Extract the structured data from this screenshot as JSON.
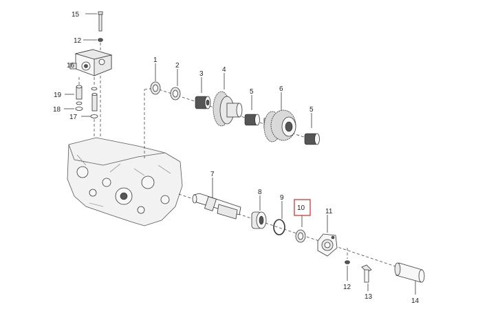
{
  "diagram": {
    "callouts": [
      {
        "id": "15",
        "label": "15"
      },
      {
        "id": "12a",
        "label": "12"
      },
      {
        "id": "16",
        "label": "16"
      },
      {
        "id": "19",
        "label": "19"
      },
      {
        "id": "18",
        "label": "18"
      },
      {
        "id": "17",
        "label": "17"
      },
      {
        "id": "1",
        "label": "1"
      },
      {
        "id": "2",
        "label": "2"
      },
      {
        "id": "3",
        "label": "3"
      },
      {
        "id": "4",
        "label": "4"
      },
      {
        "id": "5a",
        "label": "5"
      },
      {
        "id": "6",
        "label": "6"
      },
      {
        "id": "5b",
        "label": "5"
      },
      {
        "id": "7",
        "label": "7"
      },
      {
        "id": "8",
        "label": "8"
      },
      {
        "id": "9",
        "label": "9"
      },
      {
        "id": "10",
        "label": "10",
        "highlighted": true
      },
      {
        "id": "11",
        "label": "11"
      },
      {
        "id": "12b",
        "label": "12"
      },
      {
        "id": "13",
        "label": "13"
      },
      {
        "id": "14",
        "label": "14"
      }
    ],
    "highlight_color": "#dd3333"
  }
}
